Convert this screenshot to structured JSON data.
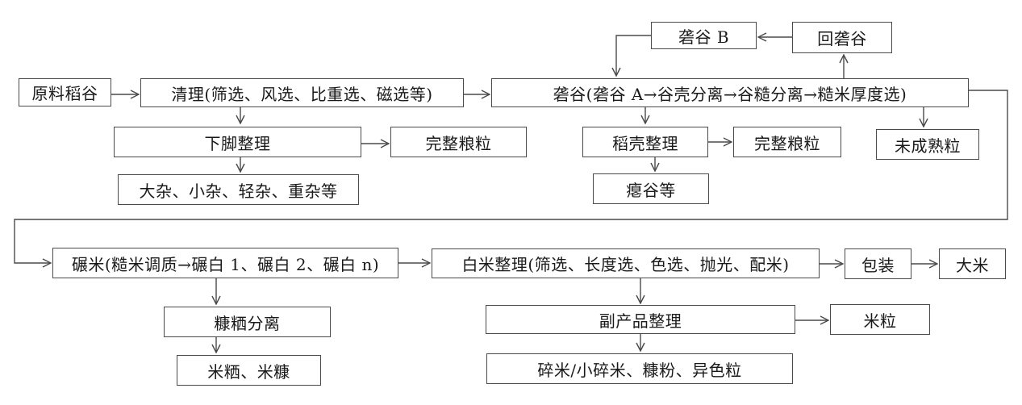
{
  "diagram": {
    "colors": {
      "stroke": "#4a4a4a",
      "text": "#1a1a1a",
      "background": "#ffffff"
    },
    "nodes": {
      "raw_paddy": "原料稻谷",
      "cleaning": "清理(筛选、风选、比重选、磁选等)",
      "bottom_sorting": "下脚整理",
      "whole_grain_1": "完整粮粒",
      "impurities": "大杂、小杂、轻杂、重杂等",
      "husking_b": "砻谷 B",
      "rehusking": "回砻谷",
      "husking": "砻谷(砻谷 A→谷壳分离→谷糙分离→糙米厚度选)",
      "husk_sorting": "稻壳整理",
      "whole_grain_2": "完整粮粒",
      "immature_grain": "未成熟粒",
      "blighted_grain": "瘪谷等",
      "milling": "碾米(糙米调质→碾白 1、碾白 2、碾白 n)",
      "white_rice_finishing": "白米整理(筛选、长度选、色选、抛光、配米)",
      "packaging": "包装",
      "rice": "大米",
      "bran_separation": "糠粞分离",
      "byproduct_sorting": "副产品整理",
      "rice_grain": "米粒",
      "rice_brokens_bran": "米粞、米糠",
      "broken_rice_etc": "碎米/小碎米、糠粉、异色粒"
    }
  }
}
